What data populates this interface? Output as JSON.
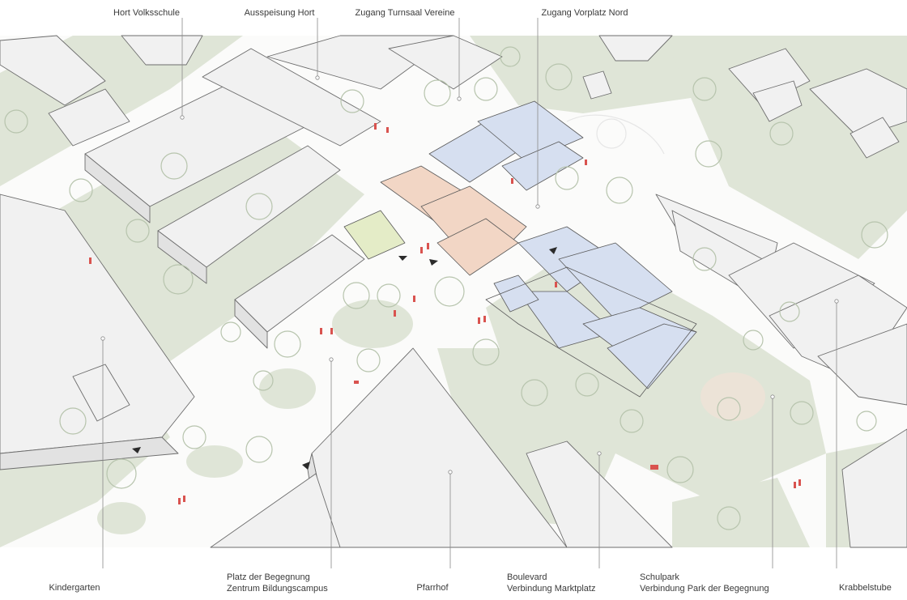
{
  "labels_top": [
    {
      "id": "hort-volksschule",
      "text": "Hort Volksschule"
    },
    {
      "id": "ausspeisung-hort",
      "text": "Ausspeisung Hort"
    },
    {
      "id": "zugang-turnsaal",
      "text": "Zugang Turnsaal Vereine"
    },
    {
      "id": "zugang-vorplatz",
      "text": "Zugang Vorplatz Nord"
    }
  ],
  "labels_bottom": [
    {
      "id": "kindergarten",
      "lines": [
        "Kindergarten"
      ]
    },
    {
      "id": "platz-begegnung",
      "lines": [
        "Platz der Begegnung",
        "Zentrum Bildungscampus"
      ]
    },
    {
      "id": "pfarrhof",
      "lines": [
        "Pfarrhof"
      ]
    },
    {
      "id": "boulevard",
      "lines": [
        "Boulevard",
        "Verbindung Marktplatz"
      ]
    },
    {
      "id": "schulpark",
      "lines": [
        "Schulpark",
        "Verbindung Park der Begegnung"
      ]
    },
    {
      "id": "krabbelstube",
      "lines": [
        "Krabbelstube"
      ]
    }
  ],
  "colors": {
    "background": "#ffffff",
    "green": "#dfe5d7",
    "building": "#f2f2f2",
    "classroom_blue": "#d6dff0",
    "hall_orange": "#f2d6c5",
    "green_room": "#e4ecc7",
    "people_red": "#d9534f",
    "leader_line": "#888888",
    "tree": "#b7c4ad"
  }
}
